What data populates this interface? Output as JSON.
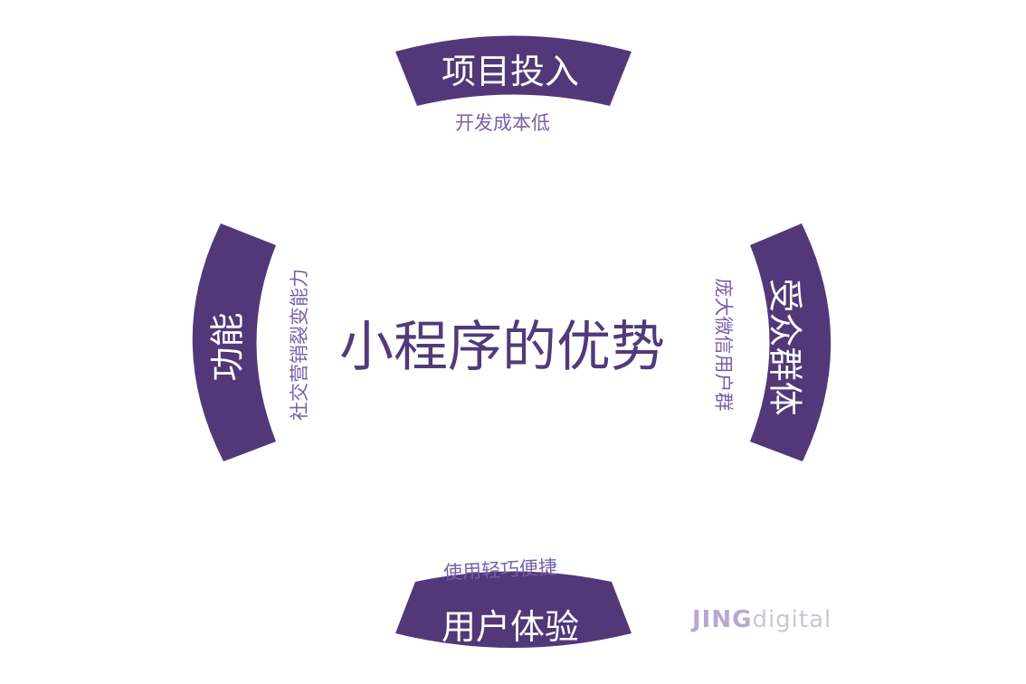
{
  "title": "小程序的优势",
  "segments": {
    "top": {
      "label": "项目投入",
      "sub": "开发成本低"
    },
    "right": {
      "label": "受众群体",
      "sub": "庞大微信用户群"
    },
    "bottom": {
      "label": "用户体验",
      "sub": "使用轻巧便捷"
    },
    "left": {
      "label": "功能",
      "sub": "社交营销裂变能力"
    }
  },
  "logo": {
    "bold": "JING",
    "light": "digital"
  },
  "colors": {
    "segment": "#523878",
    "subtext": "#7a5fa6",
    "logo_bold": "#b8a8cf",
    "logo_light": "#c8c8d0"
  }
}
